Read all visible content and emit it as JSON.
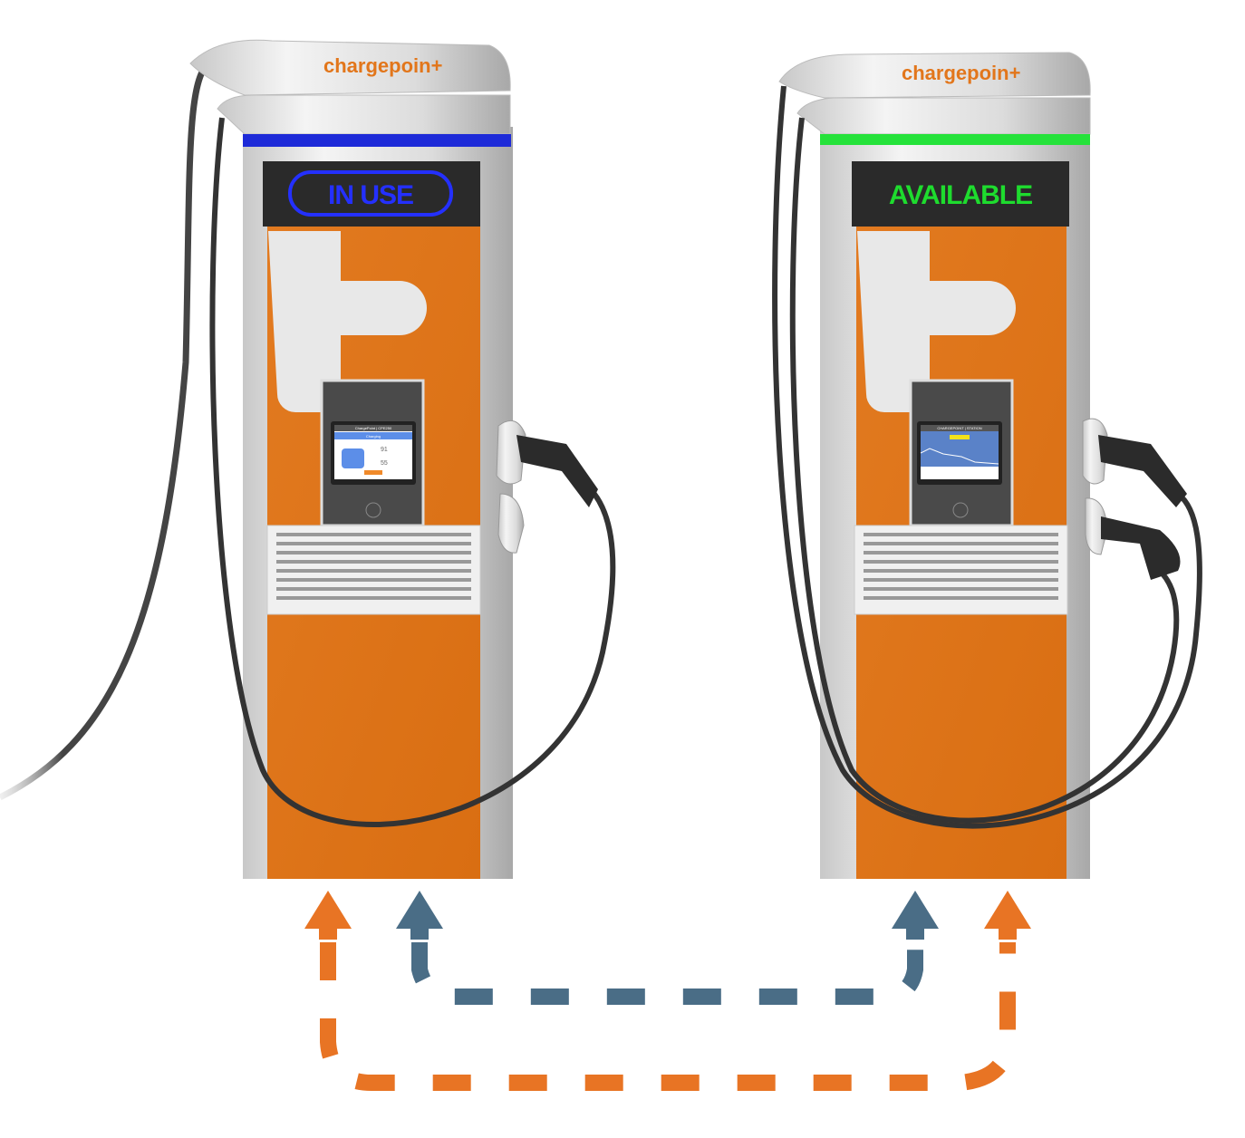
{
  "brand": {
    "logo_text": "chargepoin+",
    "orange": "#e2761b",
    "blue_accent": "#4a6d86"
  },
  "chargers": [
    {
      "status": "IN USE",
      "status_color": "#2430ff",
      "screen_title": "ChargePoint | CPE250",
      "screen_banner": "Charging",
      "reading_1": "91",
      "reading_2": "55"
    },
    {
      "status": "AVAILABLE",
      "status_color": "#1edc2e",
      "screen_title": "CHARGEPOINT | STATION"
    }
  ],
  "arrows": {
    "inner_color": "#4a6d86",
    "outer_color": "#e87424"
  }
}
